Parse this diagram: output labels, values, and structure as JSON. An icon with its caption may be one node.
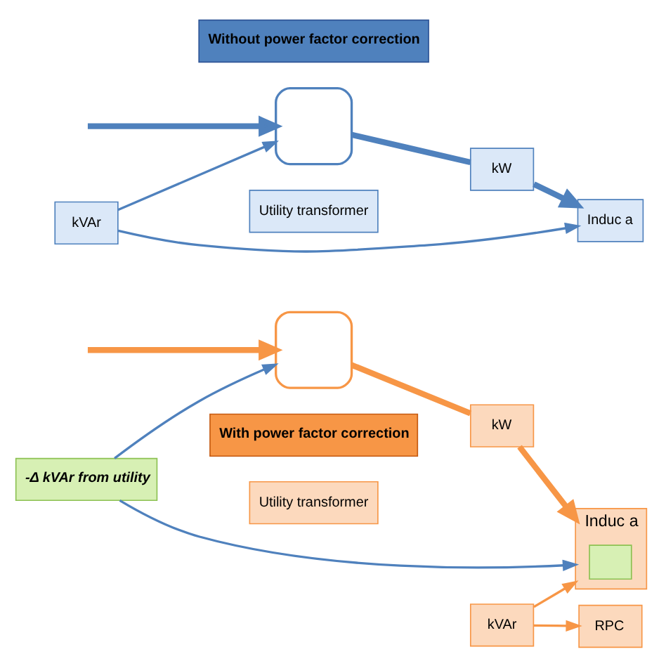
{
  "diagram": {
    "nodes": [
      {
        "text": [
          "Without power factor correction"
        ]
      },
      {
        "text": [],
        "shape": "transformer"
      },
      {
        "text": [
          "Utility transformer"
        ]
      },
      {
        "text": [
          "kW"
        ]
      },
      {
        "text": [
          "kVAr"
        ]
      },
      {
        "text": [
          "Induc a"
        ]
      },
      {
        "text": [],
        "shape": "transformer"
      },
      {
        "text": [
          "Utility transformer"
        ]
      },
      {
        "text": [
          "kW"
        ]
      },
      {
        "text": [
          "-Δ kVAr from utility"
        ]
      },
      {
        "text": [
          "kVAr"
        ]
      },
      {
        "text": [
          "RPC"
        ]
      },
      {
        "text": [
          "Induc a"
        ]
      },
      {
        "text": [],
        "shape": "box",
        "in": 12
      },
      {
        "text": [
          "With power factor correction"
        ]
      }
    ],
    "edges": [
      {
        "from": null,
        "to": 1,
        "arrow": "to",
        "style": "thick"
      },
      {
        "from": 1,
        "to": 3,
        "arrow": "none",
        "style": "thick"
      },
      {
        "from": 3,
        "to": 5,
        "arrow": "to",
        "style": "thick"
      },
      {
        "from": 4,
        "to": 1,
        "arrow": "to"
      },
      {
        "from": 4,
        "to": 5,
        "arrow": "to"
      },
      {
        "from": null,
        "to": 6,
        "arrow": "to",
        "style": "thick",
        "color": "#f79646"
      },
      {
        "from": 6,
        "to": 8,
        "arrow": "none",
        "style": "thick",
        "color": "#f79646"
      },
      {
        "from": 8,
        "to": 12,
        "arrow": "to",
        "style": "thick",
        "color": "#f79646"
      },
      {
        "from": 9,
        "to": 6,
        "arrow": "to"
      },
      {
        "from": 9,
        "to": 12,
        "arrow": "to"
      },
      {
        "from": 10,
        "to": 12,
        "arrow": "to",
        "color": "#f79646"
      },
      {
        "from": 10,
        "to": 11,
        "arrow": "to",
        "color": "#f79646"
      }
    ]
  }
}
